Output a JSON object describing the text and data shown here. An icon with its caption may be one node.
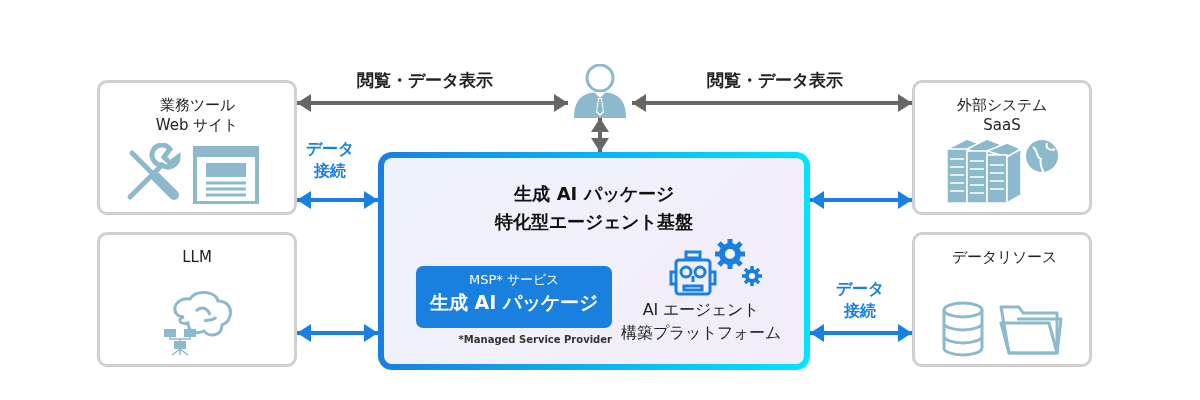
{
  "diagram": {
    "nodes": [
      {
        "text": [
          "業務ツール Web サイト"
        ]
      },
      {
        "text": [
          "LLM"
        ]
      },
      {
        "text": [],
        "shape": "person"
      },
      {
        "text": [
          "生成 AI パッケージ",
          "特化型エージェント基盤"
        ]
      },
      {
        "text": [
          "MSP* サービス",
          "生成 AI パッケージ"
        ],
        "in": 3,
        "beside": [
          "*Managed Service Provider"
        ]
      },
      {
        "text": [
          "外部システム SaaS"
        ]
      },
      {
        "text": [
          "データリソース"
        ]
      }
    ],
    "edges": [
      {
        "from": 0,
        "to": 2,
        "arrow": "both",
        "label": "閲覧・データ表示",
        "color": "#666666"
      },
      {
        "from": 2,
        "to": 5,
        "arrow": "both",
        "label": "閲覧・データ表示",
        "color": "#666666"
      },
      {
        "from": 2,
        "to": 3,
        "arrow": "both",
        "color": "#666666"
      },
      {
        "from": 0,
        "to": 3,
        "arrow": "both",
        "label": "データ接続"
      },
      {
        "from": 1,
        "to": 3,
        "arrow": "both"
      },
      {
        "from": 3,
        "to": 5,
        "arrow": "both"
      },
      {
        "from": 3,
        "to": 6,
        "arrow": "both",
        "label": "データ接続"
      }
    ],
    "labels": [
      "AI エージェント",
      "構築プラットフォーム"
    ]
  }
}
